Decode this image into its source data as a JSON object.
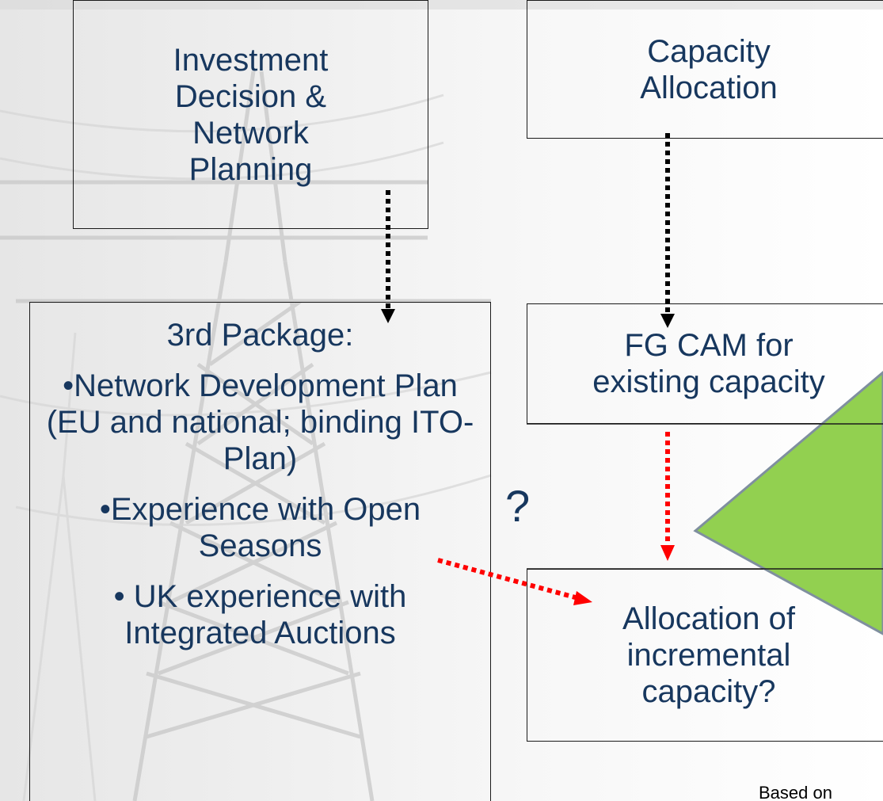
{
  "colors": {
    "text": "#17375e",
    "border": "#1a1a1a",
    "arrow_black": "#000000",
    "arrow_red": "#ff0000",
    "triangle_fill": "#92d050",
    "triangle_stroke": "#7f8f9f"
  },
  "boxes": {
    "investment": {
      "lines": [
        "Investment",
        "Decision &",
        "Network",
        "Planning"
      ]
    },
    "capacity_allocation": {
      "lines": [
        "Capacity",
        "Allocation"
      ]
    },
    "package": {
      "title": "3rd Package:",
      "items": [
        "•Network Development Plan (EU and national; binding ITO-Plan)",
        "•Experience with Open Seasons",
        "• UK experience with Integrated Auctions"
      ]
    },
    "fg_cam": {
      "lines": [
        "FG CAM for",
        "existing capacity"
      ]
    },
    "incremental": {
      "lines": [
        "Allocation of",
        "incremental",
        "capacity?"
      ]
    }
  },
  "question_mark": "?",
  "footnote": "Based on"
}
